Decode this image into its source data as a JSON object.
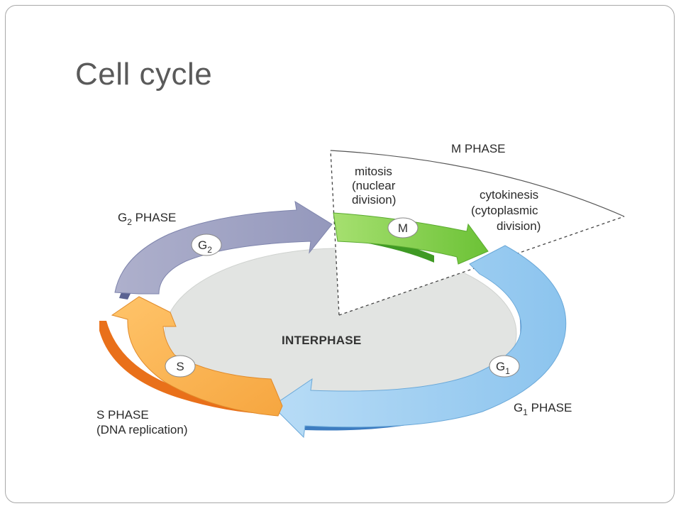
{
  "slide": {
    "title": "Cell cycle"
  },
  "diagram": {
    "center_label": "INTERPHASE",
    "m_phase": {
      "label": "M PHASE",
      "mitosis": [
        "mitosis",
        "(nuclear",
        "division)"
      ],
      "cytokinesis": [
        "cytokinesis",
        "(cytoplasmic",
        "division)"
      ],
      "badge": "M",
      "color": "#7cc84a"
    },
    "g1_phase": {
      "label_main": "G",
      "label_sub": "1",
      "label_rest": " PHASE",
      "badge_main": "G",
      "badge_sub": "1",
      "color": "#9fd0f2"
    },
    "s_phase": {
      "label": "S PHASE",
      "sublabel": "(DNA replication)",
      "badge": "S",
      "color": "#f5a53a"
    },
    "g2_phase": {
      "label_main": "G",
      "label_sub": "2",
      "label_rest": " PHASE",
      "badge_main": "G",
      "badge_sub": "2",
      "color": "#9a9ec0"
    }
  }
}
